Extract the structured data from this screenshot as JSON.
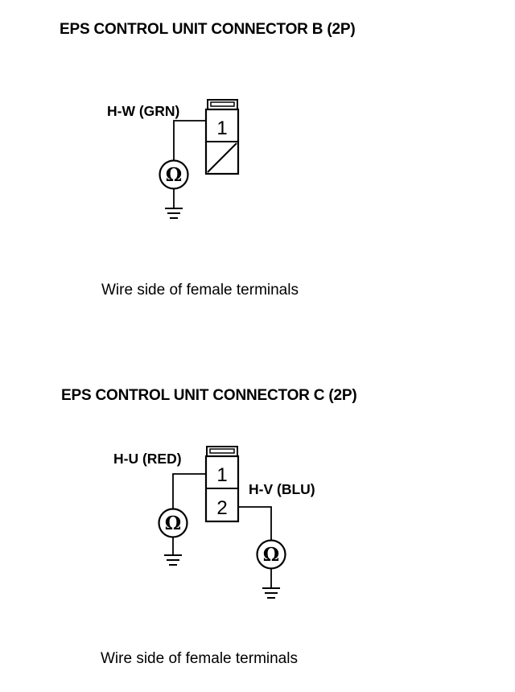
{
  "connector_b": {
    "heading": "EPS CONTROL UNIT CONNECTOR B (2P)",
    "wire_label": "H-W (GRN)",
    "pin_1": "1",
    "meter_symbol": "Ω",
    "meter_icon": "ohmmeter-icon",
    "ground_icon": "ground-icon",
    "caption": "Wire side of female terminals"
  },
  "connector_c": {
    "heading": "EPS CONTROL UNIT CONNECTOR C (2P)",
    "wire_label_1": "H-U (RED)",
    "wire_label_2": "H-V (BLU)",
    "pin_1": "1",
    "pin_2": "2",
    "meter_symbol": "Ω",
    "meter_icon": "ohmmeter-icon",
    "ground_icon": "ground-icon",
    "caption": "Wire side of female terminals"
  }
}
